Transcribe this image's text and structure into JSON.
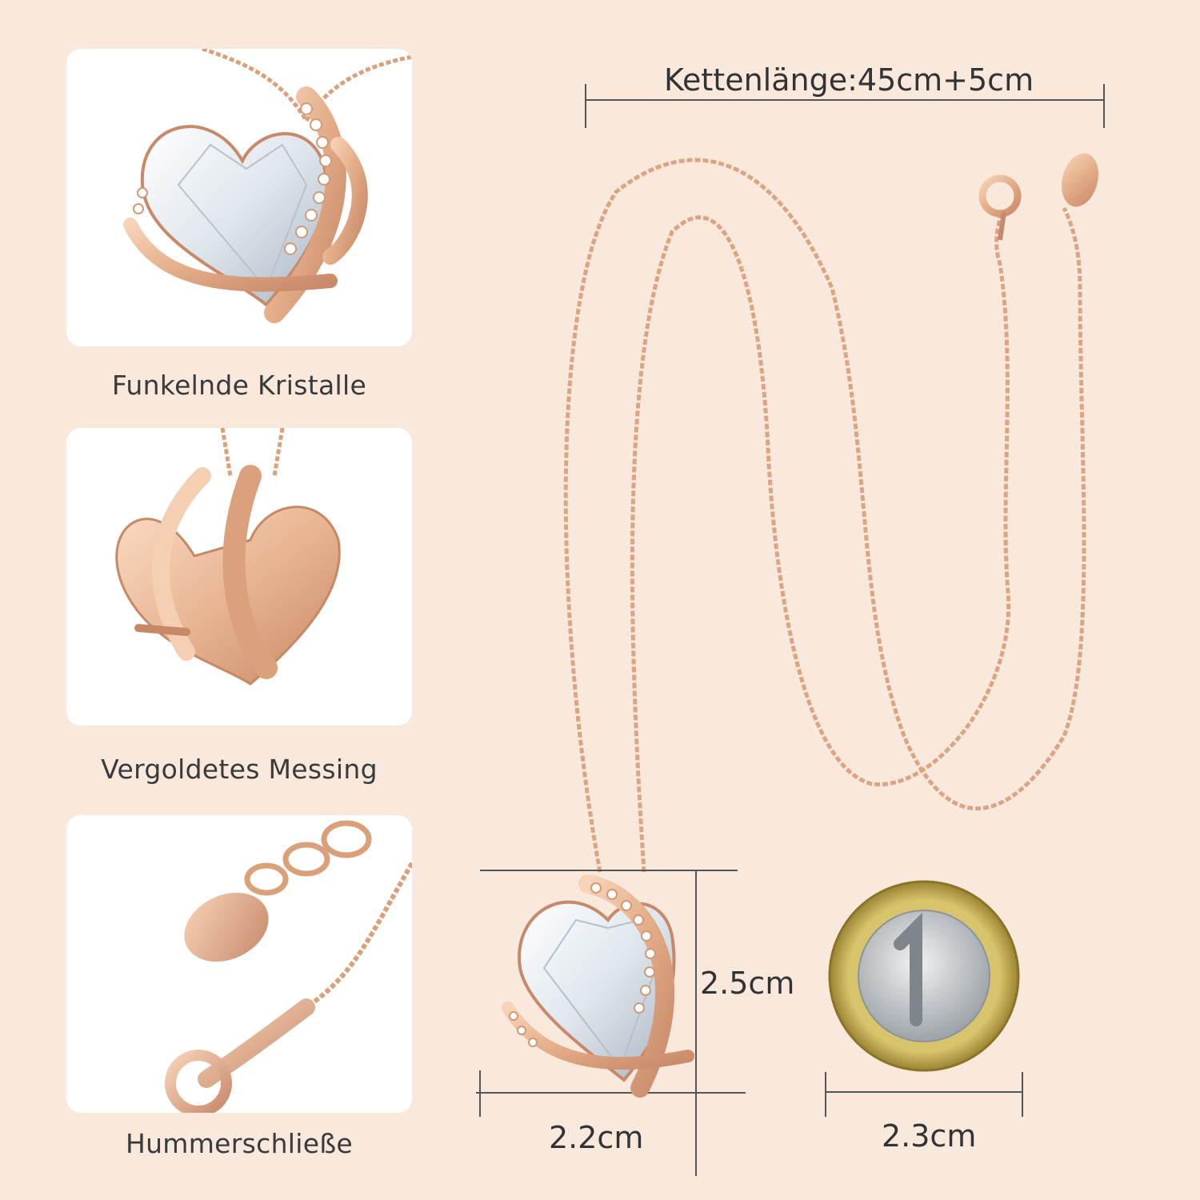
{
  "features": [
    {
      "caption": "Funkelnde Kristalle",
      "image": "crystal-heart-pendant-front"
    },
    {
      "caption": "Vergoldetes Messing",
      "image": "heart-pendant-back-wings"
    },
    {
      "caption": "Hummerschließe",
      "image": "lobster-clasp-extender"
    }
  ],
  "dimensions": {
    "chain_length": "Kettenlänge:45cm+5cm",
    "pendant_height": "2.5cm",
    "pendant_width": "2.2cm",
    "coin_width": "2.3cm"
  },
  "colors": {
    "background": "#f9e8dc",
    "card": "#ffffff",
    "rose_gold": "#e3ad87",
    "crystal": "#dfe6ec"
  },
  "icons": [
    "heart-pendant-icon",
    "euro-coin-icon",
    "lobster-clasp-icon"
  ]
}
